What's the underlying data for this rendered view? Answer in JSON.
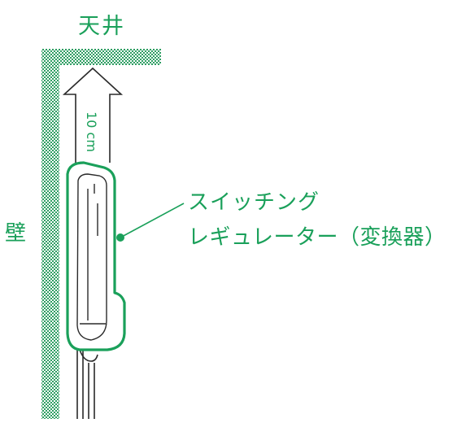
{
  "labels": {
    "ceiling": "天井",
    "wall": "壁",
    "device_line1": "スイッチング",
    "device_line2": "レギュレーター（変換器）",
    "distance": "10 cm"
  },
  "colors": {
    "accent": "#1aa05a",
    "hatch": "#2f9e63"
  }
}
